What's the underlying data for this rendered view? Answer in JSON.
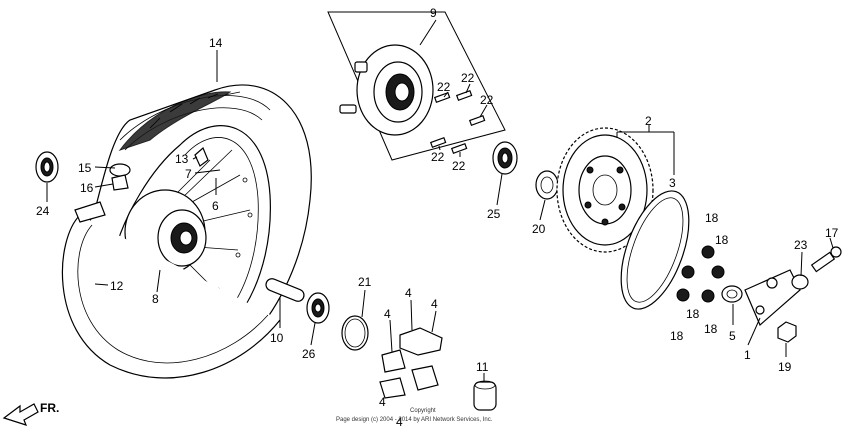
{
  "callouts": {
    "c1": "1",
    "c2": "2",
    "c3": "3",
    "c4a": "4",
    "c4b": "4",
    "c4c": "4",
    "c4d": "4",
    "c4e": "4",
    "c5": "5",
    "c6": "6",
    "c7": "7",
    "c8": "8",
    "c9": "9",
    "c10": "10",
    "c11": "11",
    "c12": "12",
    "c13": "13",
    "c14": "14",
    "c15": "15",
    "c16": "16",
    "c17": "17",
    "c18a": "18",
    "c18b": "18",
    "c18c": "18",
    "c18d": "18",
    "c18e": "18",
    "c19": "19",
    "c20": "20",
    "c21": "21",
    "c22a": "22",
    "c22b": "22",
    "c22c": "22",
    "c22d": "22",
    "c22e": "22",
    "c23": "23",
    "c24": "24",
    "c25": "25",
    "c26": "26"
  },
  "direction_label": "FR.",
  "copyright": {
    "line1": "Copyright",
    "line2": "Page design (c) 2004 - 2014 by ARI Network Services, Inc."
  }
}
